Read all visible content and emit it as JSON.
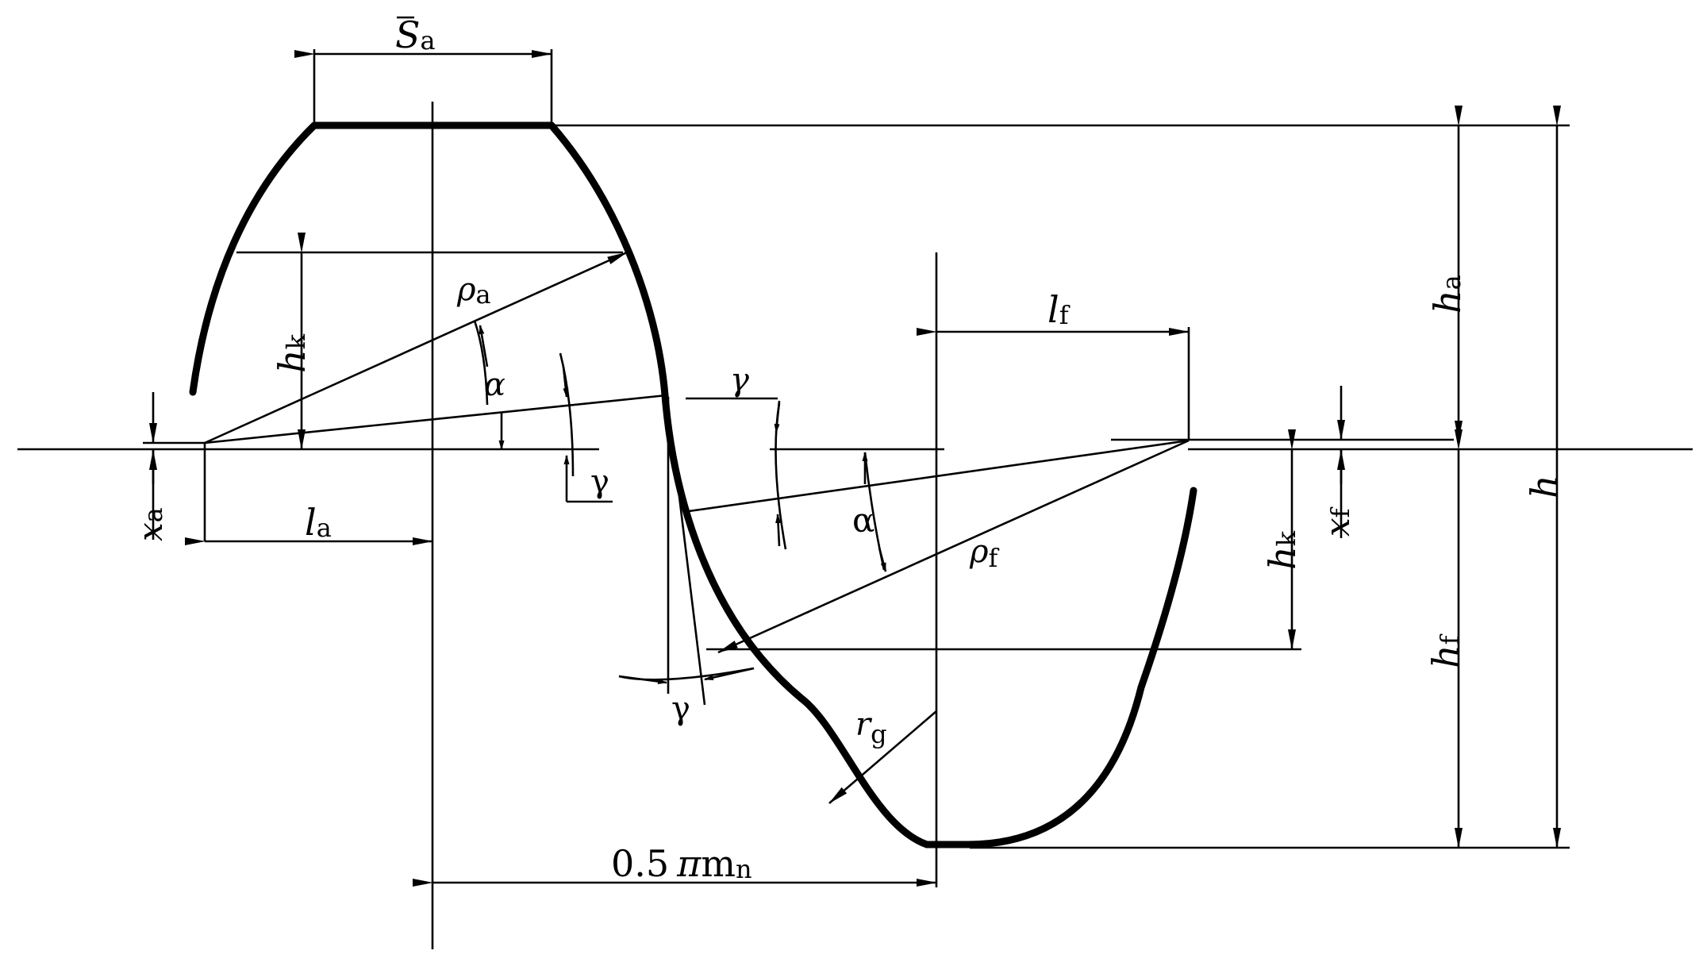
{
  "labels": {
    "sa": "S",
    "sa_sub": "a",
    "ha": "h",
    "ha_sub": "a",
    "h": "h",
    "hf": "h",
    "hf_sub": "f",
    "hk_left": "h",
    "hk_left_sub": "k",
    "hk_right": "h",
    "hk_right_sub": "k",
    "rho_a": "ρ",
    "rho_a_sub": "a",
    "rho_f": "ρ",
    "rho_f_sub": "f",
    "alpha_left": "α",
    "alpha_right": "α",
    "gamma_top": "γ",
    "gamma_left": "γ",
    "gamma_bottom": "γ",
    "la": "l",
    "la_sub": "a",
    "lf": "l",
    "lf_sub": "f",
    "xa": "x",
    "xa_sub": "a",
    "xf": "x",
    "xf_sub": "f",
    "rg": "r",
    "rg_sub": "g",
    "pitch": "0.5",
    "pitch_pi": "π",
    "pitch_m": "m",
    "pitch_m_sub": "n"
  }
}
